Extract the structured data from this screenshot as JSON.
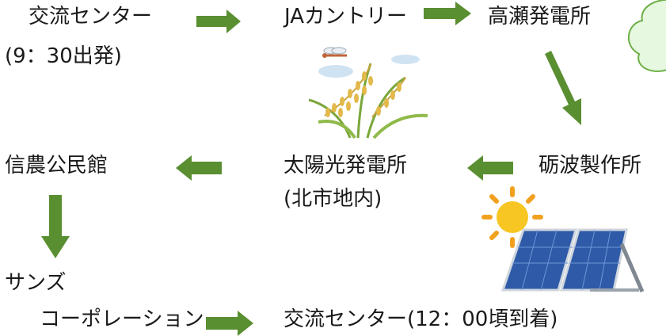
{
  "colors": {
    "arrow": "#5a8f31",
    "cloud_fill": "#e6f8df",
    "cloud_stroke": "#6cae45"
  },
  "icons": [
    "rice-plant-icon",
    "dragonfly-icon",
    "sun-icon",
    "solar-panel-icon"
  ],
  "stops": {
    "exchange_center_start": "交流センター",
    "exchange_center_start_time": "(9：30出発)",
    "ja_country": "JAカントリー",
    "takase_plant": "高瀬発電所",
    "tonami_seisakusho": "砺波製作所",
    "solar_plant": "太陽光発電所",
    "solar_plant_area": "(北市地内)",
    "shinno_hall": "信農公民館",
    "suns_line1": "サンズ",
    "suns_line2": "コーポレーション",
    "exchange_center_end": "交流センター(12：00頃到着)"
  }
}
